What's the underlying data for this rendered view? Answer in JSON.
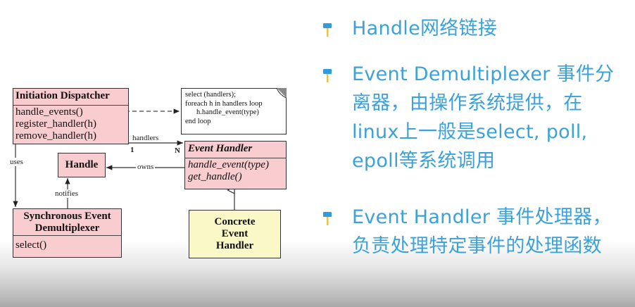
{
  "diagram": {
    "initiation_dispatcher": {
      "title": "Initiation Dispatcher",
      "methods": [
        "handle_events()",
        "register_handler(h)",
        "remove_handler(h)"
      ]
    },
    "note": {
      "lines": [
        "select (handlers);",
        "foreach h in handlers loop",
        "h.handle_event(type)",
        "end loop"
      ]
    },
    "event_handler": {
      "title": "Event Handler",
      "methods": [
        "handle_event(type)",
        "get_handle()"
      ]
    },
    "handle": {
      "title": "Handle"
    },
    "sync_demux": {
      "title_line1": "Synchronous Event",
      "title_line2": "Demultiplexer",
      "methods": [
        "select()"
      ]
    },
    "concrete_handler": {
      "line1": "Concrete",
      "line2": "Event",
      "line3": "Handler"
    },
    "labels": {
      "handlers": "handlers",
      "mult_one": "1",
      "mult_n": "N",
      "uses": "uses",
      "owns": "owns",
      "notifies": "notifies"
    },
    "colors": {
      "class_fill": "#f9cccf",
      "concrete_fill": "#fbf8c8"
    }
  },
  "bullets": [
    {
      "icon": "paint-roller-icon",
      "text": "Handle网络链接"
    },
    {
      "icon": "paint-roller-icon",
      "text": "Event Demultiplexer 事件分离器，由操作系统提供，在linux上一般是select, poll, epoll等系统调用"
    },
    {
      "icon": "paint-roller-icon",
      "text": "Event Handler 事件处理器，负责处理特定事件的处理函数"
    }
  ],
  "text_color": "#3ba2d9"
}
